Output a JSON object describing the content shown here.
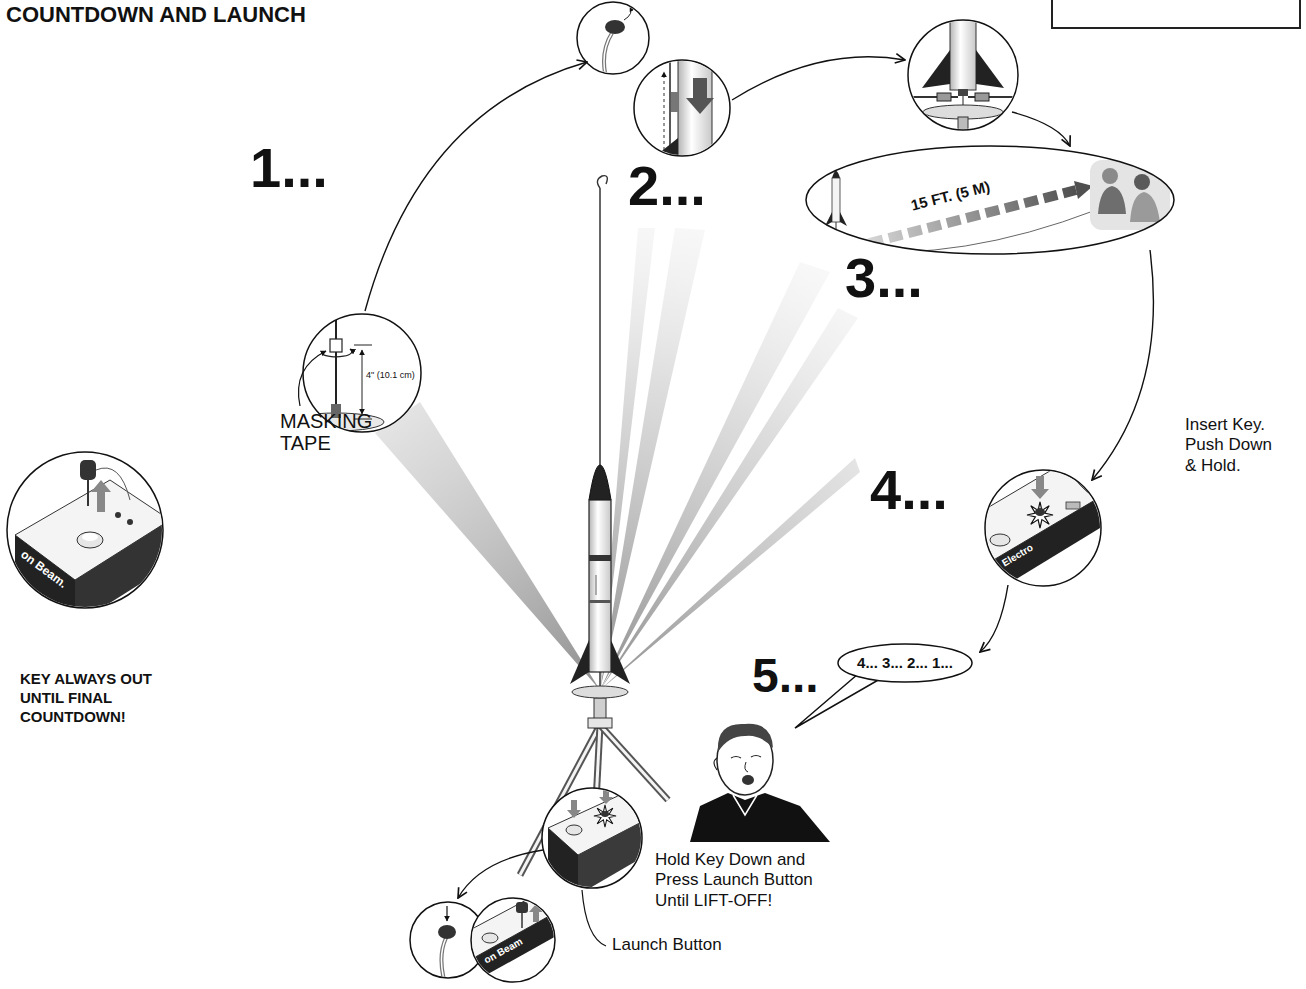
{
  "diagram": {
    "title": "COUNTDOWN AND LAUNCH",
    "nodes": [
      {
        "text": [
          "4\" (10.1 cm)"
        ]
      },
      {
        "text": [
          "15 FT. (5 M)"
        ]
      },
      {
        "text": [
          "4... 3... 2... 1..."
        ]
      }
    ],
    "labels": [
      "1...",
      "MASKING TAPE",
      "2...",
      "3...",
      "4...",
      "Insert Key. Push Down & Hold.",
      "5...",
      "on Beam.",
      "KEY ALWAYS OUT UNTIL FINAL COUNTDOWN!",
      "Electro",
      "Hold Key Down and Press Launch Button Until LIFT-OFF!",
      "Launch Button",
      "on Beam"
    ]
  }
}
